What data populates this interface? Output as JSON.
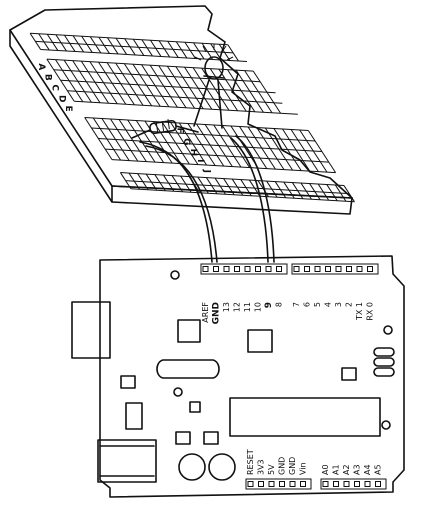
{
  "breadboard": {
    "row_letters_left": [
      "A",
      "B",
      "C",
      "D",
      "E"
    ],
    "row_letters_right": [
      "F",
      "G",
      "H",
      "I",
      "J"
    ]
  },
  "arduino": {
    "top_header_left": [
      "AREF",
      "GND",
      "13",
      "12",
      "11",
      "10",
      "9",
      "8"
    ],
    "top_header_right": [
      "7",
      "6",
      "5",
      "4",
      "3",
      "2",
      "TX 1",
      "RX 0"
    ],
    "power_header": [
      "RESET",
      "3V3",
      "5V",
      "GND",
      "GND",
      "Vin"
    ],
    "analog_header": [
      "A0",
      "A1",
      "A2",
      "A3",
      "A4",
      "A5"
    ]
  },
  "colors": {
    "ink": "#111111",
    "paper": "#ffffff"
  },
  "components": [
    "breadboard",
    "led",
    "resistor",
    "jumper-wire-gnd",
    "jumper-wire-pin-9",
    "arduino-board"
  ]
}
